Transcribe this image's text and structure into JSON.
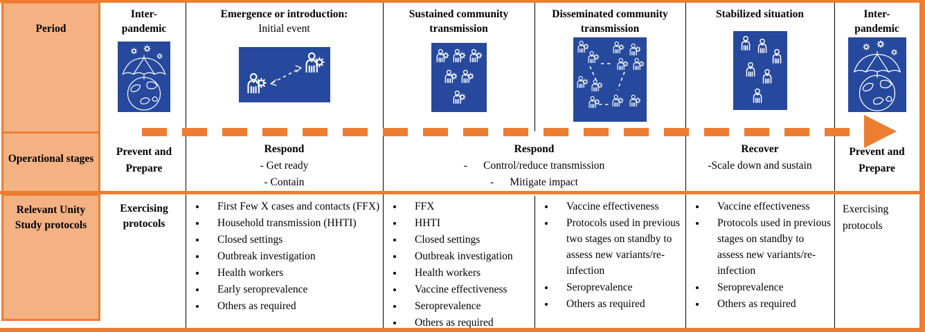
{
  "colors": {
    "accent_orange": "#ED7D31",
    "light_orange_fill": "#F4B183",
    "icon_blue": "#26499D",
    "divider_black": "#000000"
  },
  "row_headers": {
    "period": "Period",
    "stages": "Operational stages",
    "protocols": "Relevant Unity Study protocols"
  },
  "periods": [
    {
      "title": "Inter-\npandemic",
      "icon": "umbrella-globe-virus-icon"
    },
    {
      "title": "Emergence or introduction:",
      "subtitle": "Initial event",
      "icon": "person-to-person-transmission-icon"
    },
    {
      "title": "Sustained community\ntransmission",
      "icon": "infected-people-group-icon"
    },
    {
      "title": "Disseminated community\ntransmission",
      "icon": "transmission-clusters-icon"
    },
    {
      "title": "Stabilized situation",
      "icon": "people-group-icon"
    },
    {
      "title": "Inter-\npandemic",
      "icon": "umbrella-globe-virus-icon"
    }
  ],
  "stages": [
    {
      "title": "Prevent and\nPrepare"
    },
    {
      "title": "Respond",
      "items": [
        "- Get ready",
        "- Contain"
      ]
    },
    {
      "title": "Respond",
      "items": [
        "-      Control/reduce transmission",
        "-      Mitigate impact"
      ]
    },
    {
      "title": "Recover",
      "items": [
        "-Scale down and sustain"
      ]
    },
    {
      "title": "Prevent and\nPrepare"
    }
  ],
  "protocols": [
    {
      "text": "Exercising\nprotocols"
    },
    {
      "items": [
        "First Few X cases and contacts (FFX)",
        "Household transmission (HHTI)",
        "Closed settings",
        "Outbreak investigation",
        "Health workers",
        "Early seroprevalence",
        "Others as required"
      ]
    },
    {
      "items": [
        "FFX",
        "HHTI",
        "Closed settings",
        "Outbreak investigation",
        "Health workers",
        "Vaccine effectiveness",
        "Seroprevalence",
        "Others as required"
      ]
    },
    {
      "items": [
        "Vaccine effectiveness",
        "Protocols used in previous two stages on standby to assess new variants/re-infection",
        "Seroprevalence",
        "Others as required"
      ]
    },
    {
      "items": [
        "Vaccine effectiveness",
        "Protocols used in previous stages on standby to assess new variants/re-infection",
        "Seroprevalence",
        "Others as required"
      ]
    },
    {
      "text": "Exercising\nprotocols"
    }
  ]
}
